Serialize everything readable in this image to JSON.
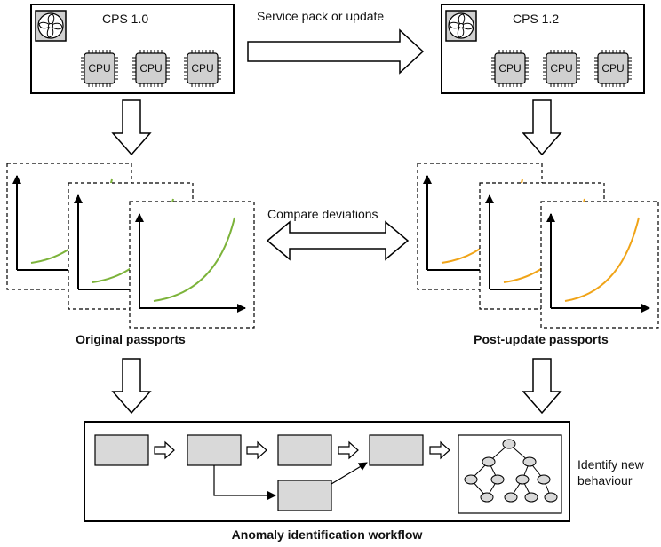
{
  "systems": [
    {
      "label": "CPS 1.0",
      "cpus": [
        "CPU",
        "CPU",
        "CPU"
      ]
    },
    {
      "label": "CPS 1.2",
      "cpus": [
        "CPU",
        "CPU",
        "CPU"
      ]
    }
  ],
  "update_label": "Service pack or update",
  "compare_label": "Compare deviations",
  "passports": {
    "original": {
      "label": "Original passports",
      "curve_color": "#7cb33a"
    },
    "post_update": {
      "label": "Post-update passports",
      "curve_color": "#f0a418"
    }
  },
  "workflow": {
    "label": "Anomaly identification workflow",
    "side_label_lines": [
      "Identify new",
      "behaviour"
    ]
  },
  "colors": {
    "stroke": "#000000",
    "box_fill": "#d9d9d9",
    "chip_fill": "#d0d0d0"
  },
  "icons": [
    "fan-icon",
    "cpu-chip-icon",
    "tree-graph-icon",
    "block-arrow-icon"
  ]
}
